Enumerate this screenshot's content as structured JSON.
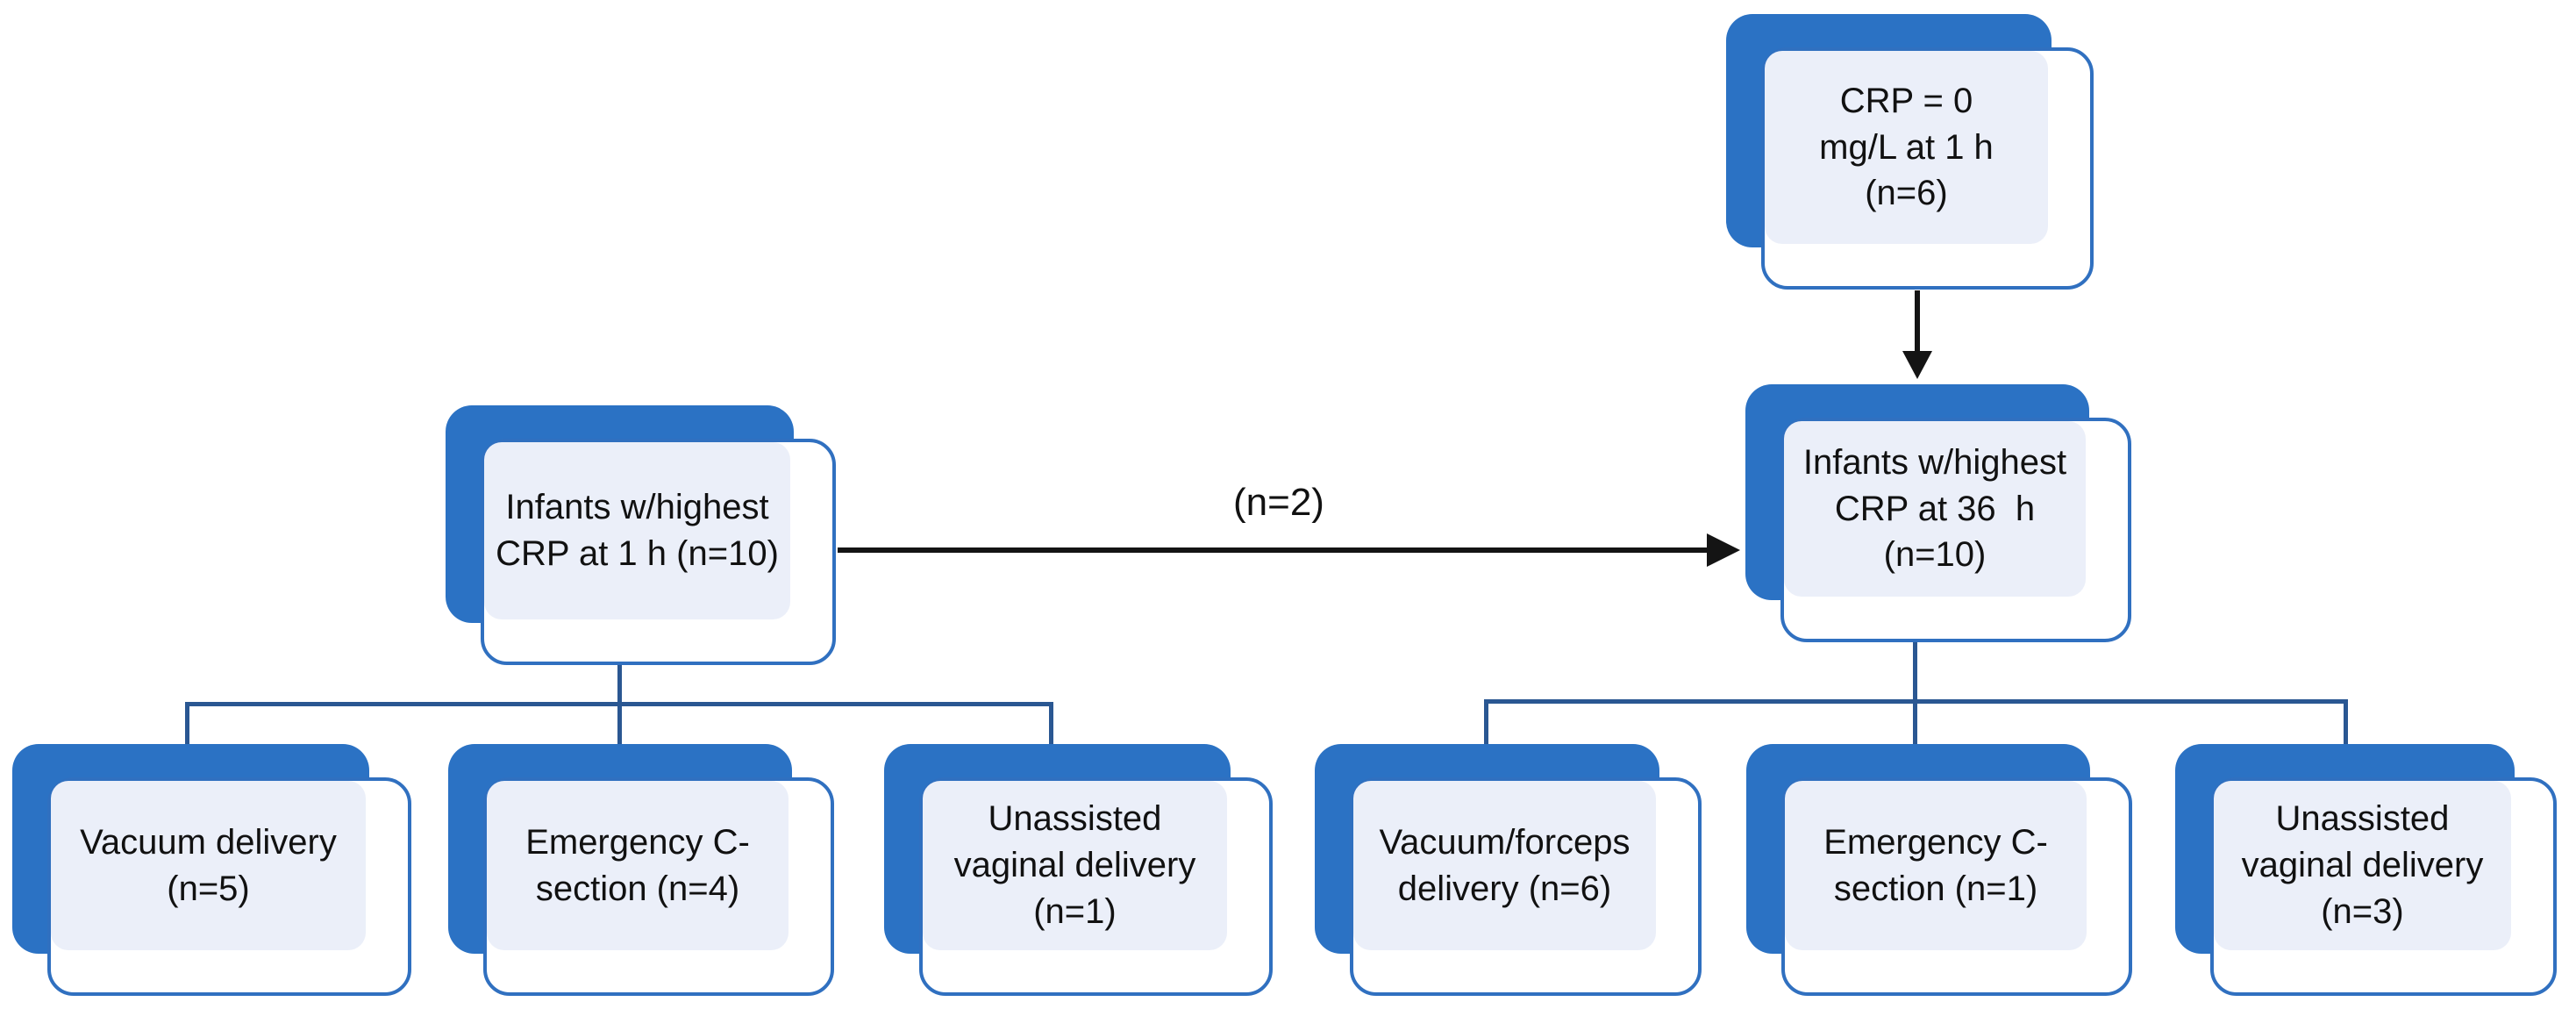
{
  "colors": {
    "card_back": "#2B72C4",
    "card_border": "#3070C0",
    "card_fill": "#EBEFF9",
    "connector": "#2A5792",
    "arrow": "#141414"
  },
  "nodes": {
    "crp_zero_1h": {
      "label": "CRP = 0\nmg/L at 1 h\n(n=6)"
    },
    "highest_crp_1h": {
      "label": "Infants w/highest\nCRP at 1 h (n=10)"
    },
    "highest_crp_36h": {
      "label": "Infants w/highest\nCRP at 36  h\n(n=10)"
    },
    "left_vacuum": {
      "label": "Vacuum delivery\n(n=5)"
    },
    "left_csection": {
      "label": "Emergency C-\nsection (n=4)"
    },
    "left_unassisted": {
      "label": "Unassisted\nvaginal delivery\n(n=1)"
    },
    "right_vacuum_forceps": {
      "label": "Vacuum/forceps\ndelivery (n=6)"
    },
    "right_csection": {
      "label": "Emergency C-\nsection (n=1)"
    },
    "right_unassisted": {
      "label": "Unassisted\nvaginal delivery\n(n=3)"
    }
  },
  "edges": {
    "transfer_label": "(n=2)"
  }
}
